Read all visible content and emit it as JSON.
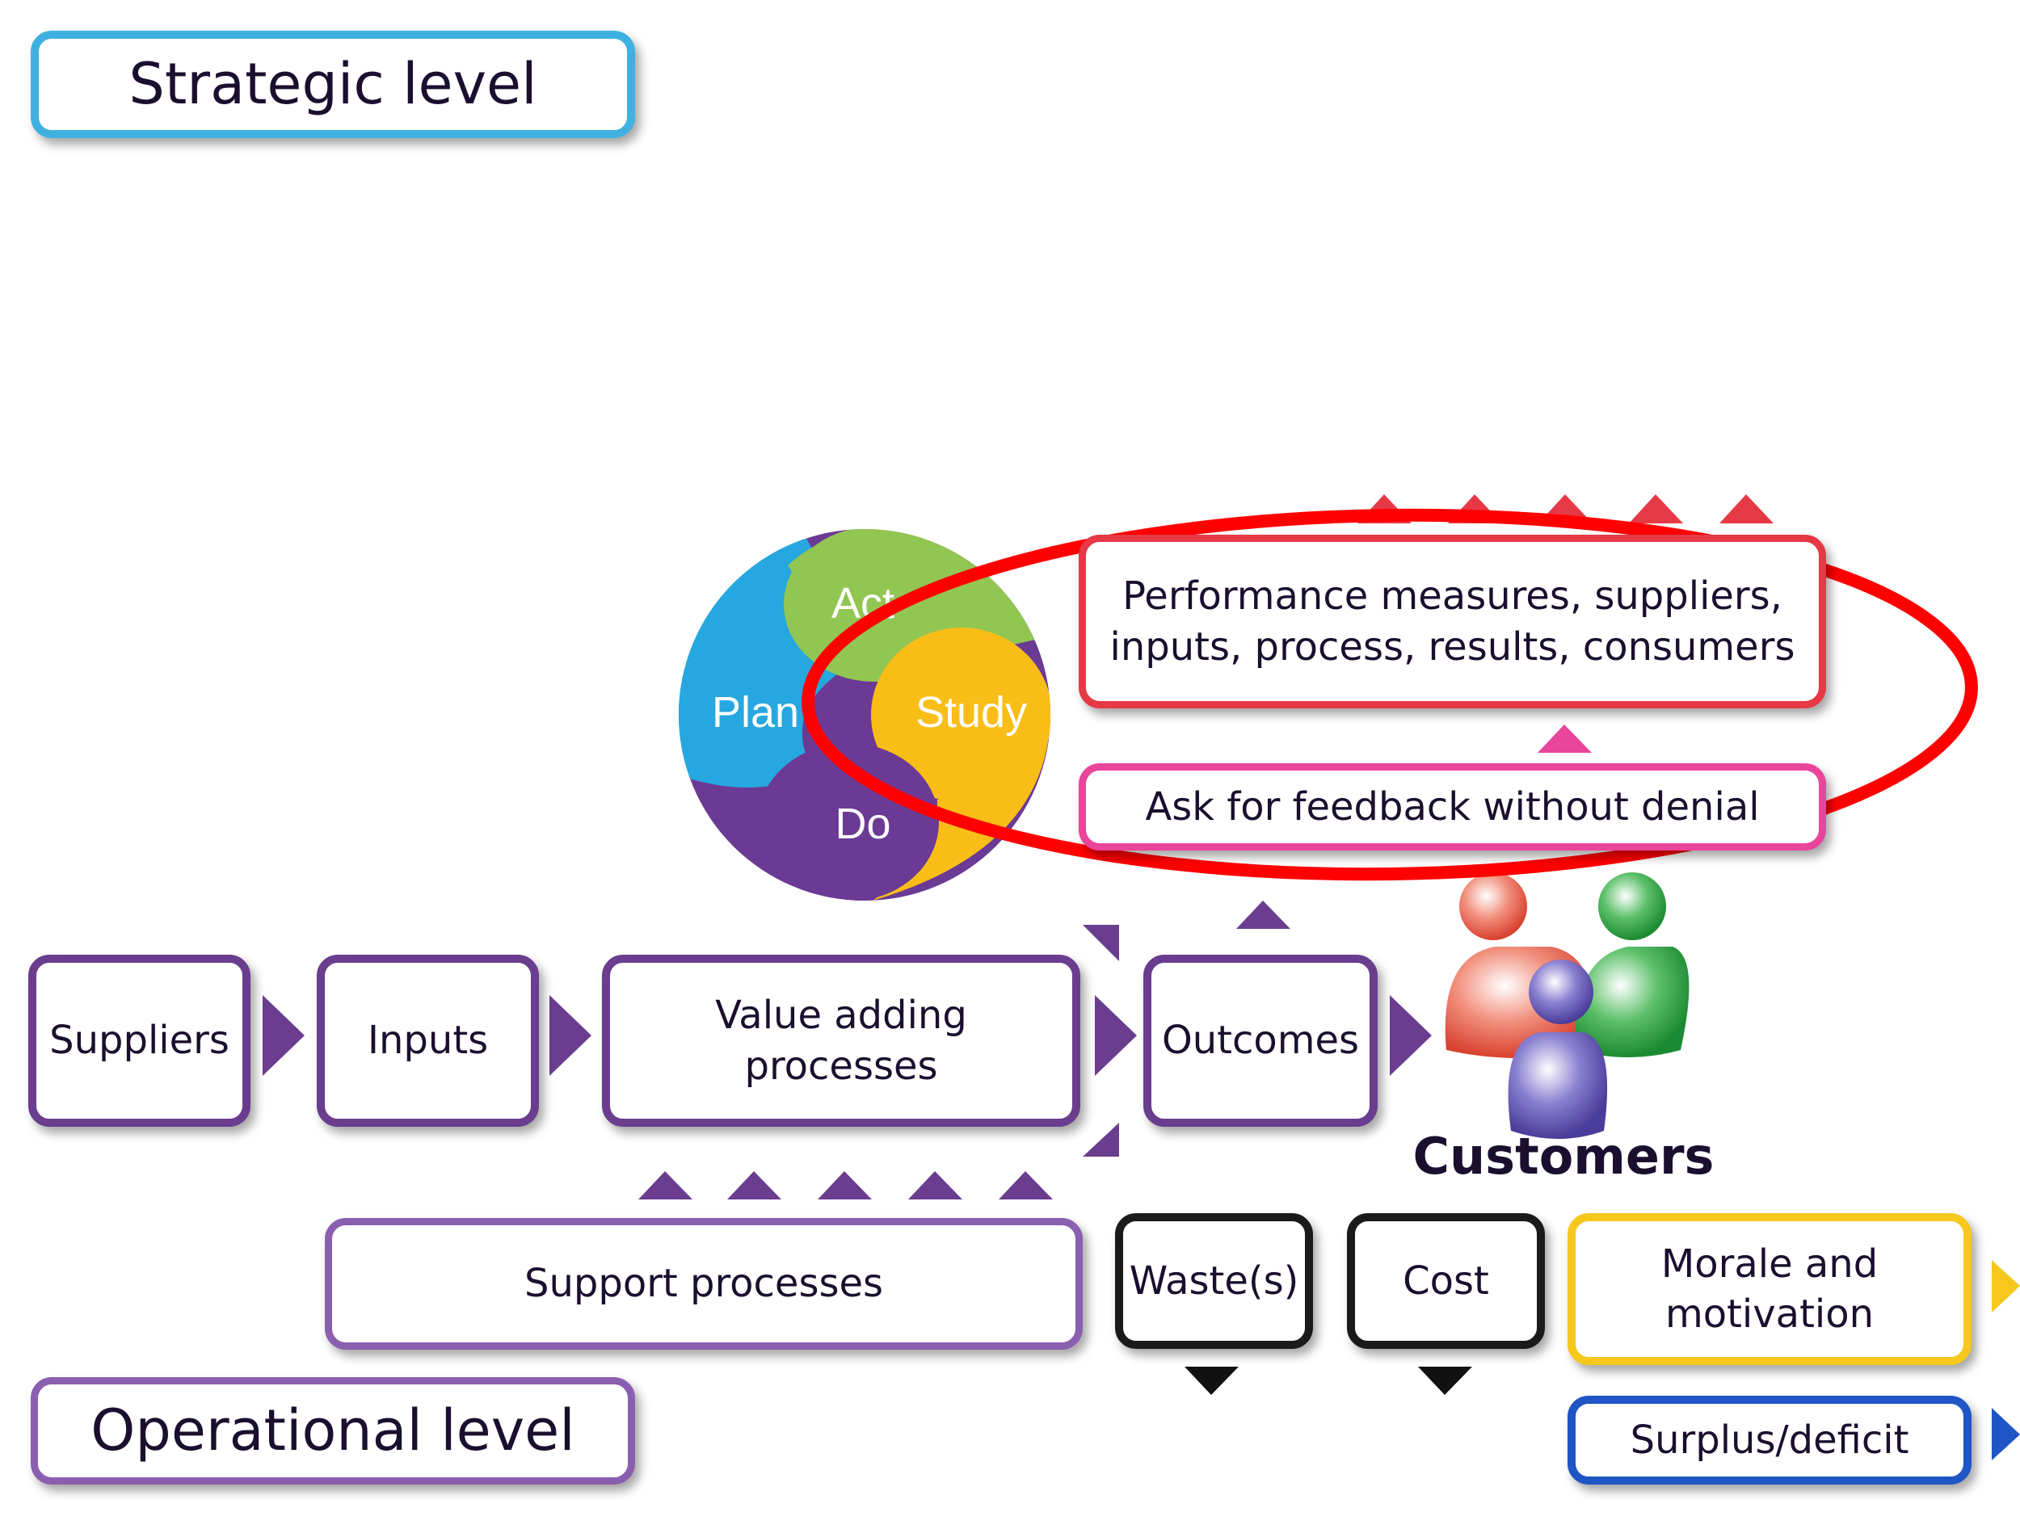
{
  "levels": {
    "strategic": "Strategic level",
    "operational": "Operational level"
  },
  "pdsa": {
    "act": "Act",
    "plan": "Plan",
    "study": "Study",
    "do": "Do"
  },
  "flow": {
    "suppliers": "Suppliers",
    "inputs": "Inputs",
    "value_line1": "Value adding",
    "value_line2": "processes",
    "outcomes": "Outcomes",
    "customers": "Customers"
  },
  "feedback": {
    "performance_line1": "Performance measures, suppliers,",
    "performance_line2": "inputs, process, results, consumers",
    "ask_feedback": "Ask for feedback without denial"
  },
  "bottom": {
    "support": "Support processes",
    "waste": "Waste(s)",
    "cost": "Cost",
    "morale_line1": "Morale and",
    "morale_line2": "motivation",
    "surplus": "Surplus/deficit"
  },
  "colors": {
    "process_purple": "#6a3d8f",
    "pdsa_act": "#92c653",
    "pdsa_plan": "#27a7df",
    "pdsa_study": "#f9bd17",
    "pdsa_do": "#6b3a94",
    "highlight_ellipse": "#ff0000",
    "morale_yellow": "#f6c81d",
    "surplus_blue": "#1f55c4"
  }
}
